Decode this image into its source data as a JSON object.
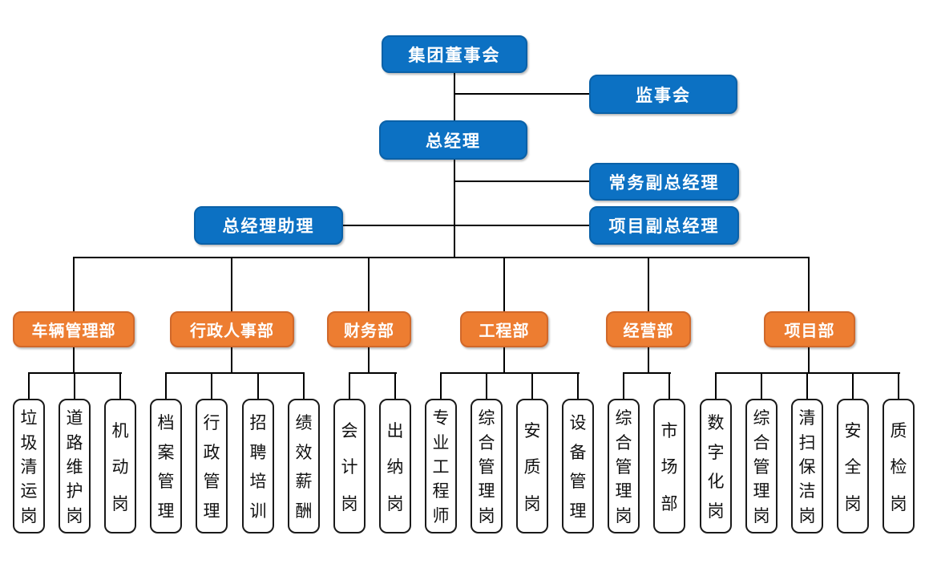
{
  "colors": {
    "primary_blue": "#0C71C3",
    "primary_blue_border": "#0A61A8",
    "accent_orange": "#ED7D31",
    "accent_orange_border": "#D0682A",
    "line_black": "#000000"
  },
  "top_nodes": {
    "board": "集团董事会",
    "supervisory": "监事会",
    "general_manager": "总经理",
    "exec_deputy_gm": "常务副总经理",
    "gm_assistant": "总经理助理",
    "project_deputy_gm": "项目副总经理"
  },
  "departments": [
    {
      "label": "车辆管理部",
      "children": [
        "垃圾清运岗",
        "道路维护岗",
        "机动岗"
      ]
    },
    {
      "label": "行政人事部",
      "children": [
        "档案管理",
        "行政管理",
        "招聘培训",
        "绩效薪酬"
      ]
    },
    {
      "label": "财务部",
      "children": [
        "会计岗",
        "出纳岗"
      ]
    },
    {
      "label": "工程部",
      "children": [
        "专业工程师",
        "综合管理岗",
        "安质岗",
        "设备管理"
      ]
    },
    {
      "label": "经营部",
      "children": [
        "综合管理岗",
        "市场部"
      ]
    },
    {
      "label": "项目部",
      "children": [
        "数字化岗",
        "综合管理岗",
        "清扫保洁岗",
        "安全岗",
        "质检岗"
      ]
    }
  ]
}
